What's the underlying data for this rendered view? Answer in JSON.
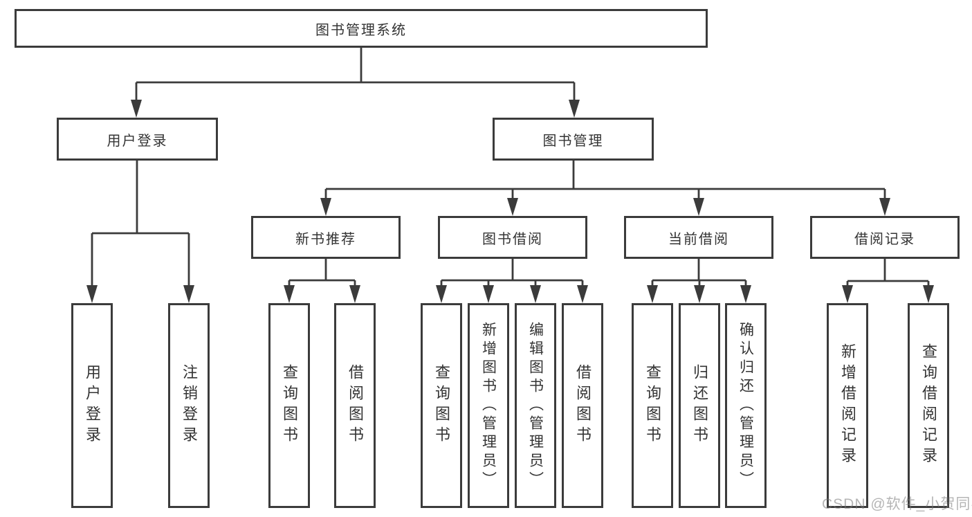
{
  "tree": {
    "root": {
      "label": "图书管理系统"
    },
    "branches": [
      {
        "label": "用户登录",
        "children": [
          {
            "label": "用户登录"
          },
          {
            "label": "注销登录"
          }
        ]
      },
      {
        "label": "图书管理",
        "children": [
          {
            "label": "新书推荐",
            "children": [
              {
                "label": "查询图书"
              },
              {
                "label": "借阅图书"
              }
            ]
          },
          {
            "label": "图书借阅",
            "children": [
              {
                "label": "查询图书"
              },
              {
                "label": "新增图书（管理员）"
              },
              {
                "label": "编辑图书（管理员）"
              },
              {
                "label": "借阅图书"
              }
            ]
          },
          {
            "label": "当前借阅",
            "children": [
              {
                "label": "查询图书"
              },
              {
                "label": "归还图书"
              },
              {
                "label": "确认归还（管理员）"
              }
            ]
          },
          {
            "label": "借阅记录",
            "children": [
              {
                "label": "新增借阅记录"
              },
              {
                "label": "查询借阅记录"
              }
            ]
          }
        ]
      }
    ]
  },
  "watermark": "CSDN @软件_小贺同学",
  "colors": {
    "line": "#3b3b3b",
    "text": "#333333",
    "background": "#ffffff",
    "watermark": "#b9b9b9"
  }
}
